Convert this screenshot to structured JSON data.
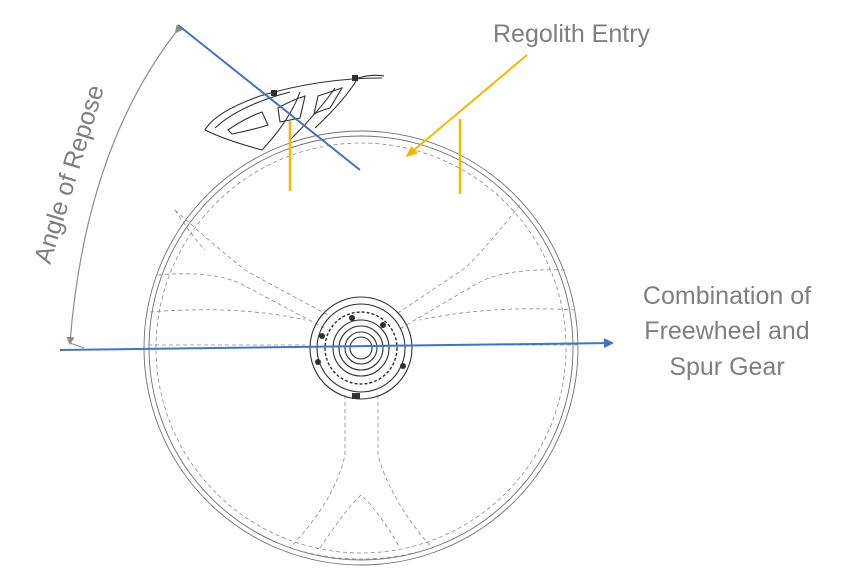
{
  "labels": {
    "regolith_entry": "Regolith Entry",
    "angle_of_repose": "Angle of Repose",
    "combination_line1": "Combination of",
    "combination_line2": "Freewheel and",
    "combination_line3": "Spur Gear"
  },
  "colors": {
    "blue_line": "#4472c4",
    "yellow_marker": "#f5b800",
    "label_text": "#7f7f7f",
    "drawing_stroke": "#707070",
    "dimension_arc": "#8c8c8c"
  }
}
